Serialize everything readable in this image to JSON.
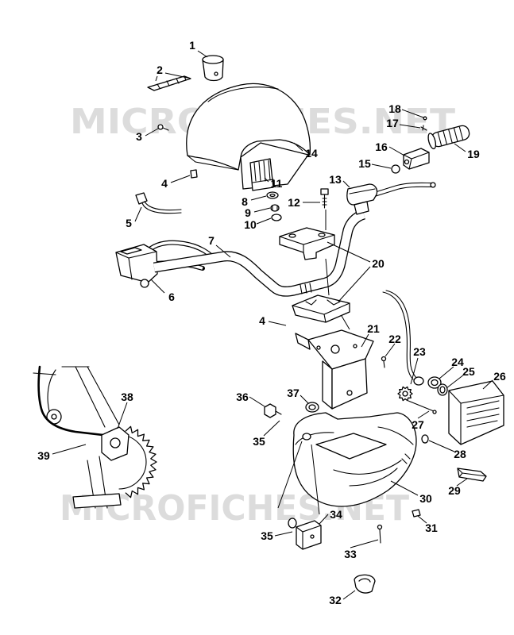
{
  "watermark": "MICROFICHES.NET",
  "callouts": [
    "1",
    "2",
    "3",
    "4",
    "5",
    "6",
    "7",
    "8",
    "9",
    "10",
    "11",
    "12",
    "13",
    "14",
    "15",
    "16",
    "17",
    "18",
    "19",
    "20",
    "4",
    "21",
    "22",
    "23",
    "24",
    "25",
    "26",
    "27",
    "28",
    "29",
    "30",
    "31",
    "32",
    "33",
    "34",
    "35",
    "35",
    "36",
    "37",
    "38",
    "39"
  ],
  "colors": {
    "line": "#000000",
    "watermark": "#dcdcdc",
    "background": "#ffffff"
  }
}
